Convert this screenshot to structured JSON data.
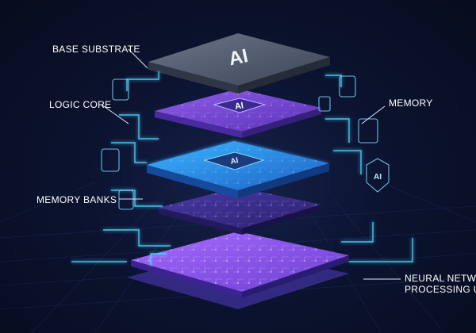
{
  "labels": {
    "base_substrate": "BASE SUBSTRATE",
    "logic_core": "LOGIC CORE",
    "memory": "MEMORY",
    "memory_banks": "MEMORY BANKS",
    "neural_line1": "NEURAL NETWOR",
    "neural_line2": "PROCESSING UN"
  },
  "chip_marks": {
    "top": "AI",
    "second": "AI",
    "third": "AI",
    "side_icon": "AI"
  },
  "colors": {
    "background": "#0a1024",
    "circuit_cyan": "#4fd4ff",
    "layer_purple": "#7b4fd6",
    "layer_blue": "#2f8fe0",
    "top_plate": "#5a6478"
  }
}
